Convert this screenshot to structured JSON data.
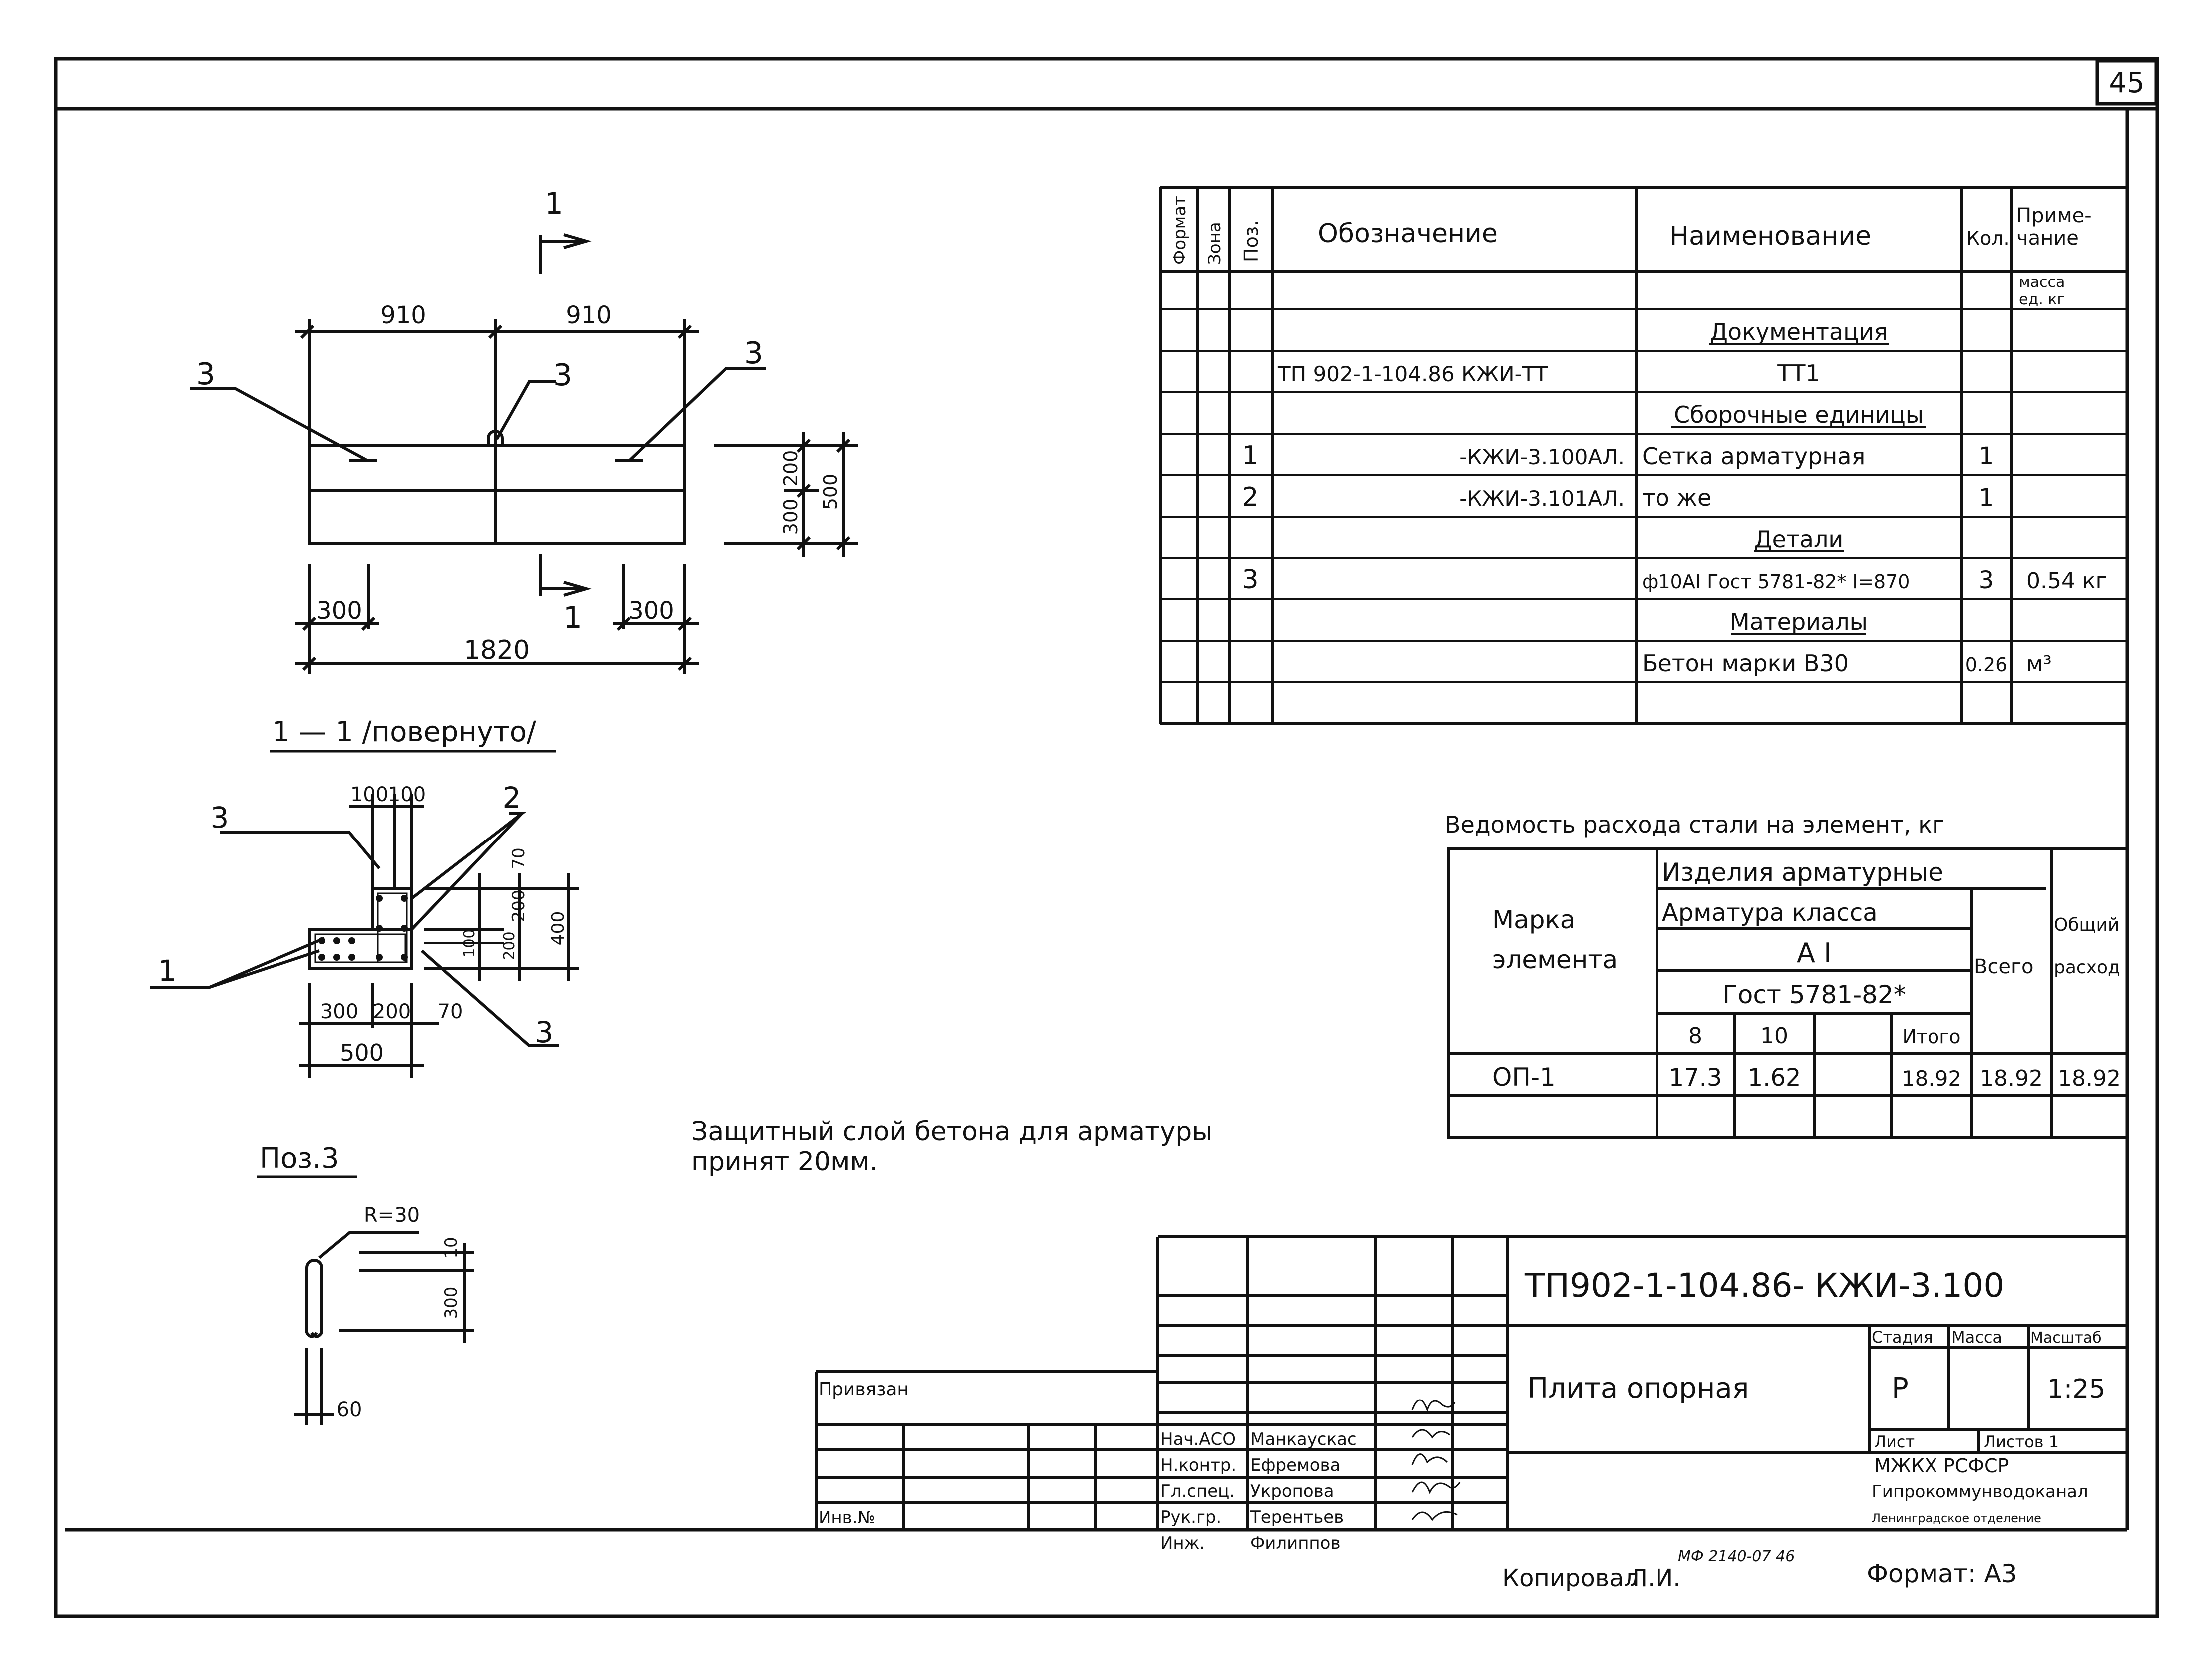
{
  "page_number": "45",
  "drawing": {
    "dims": {
      "d910a": "910",
      "d910b": "910",
      "d300l": "300",
      "d300r": "300",
      "d1820": "1820",
      "d200": "200",
      "d300v": "300",
      "d500v": "500"
    },
    "leader": "3",
    "section_mark": "1",
    "section_title": "1 — 1 /повернуто/",
    "sec_dims": {
      "d100a": "100",
      "d100b": "100",
      "d70": "70",
      "d200a": "200",
      "d400": "400",
      "d100c": "100",
      "d200b": "200",
      "d300": "300",
      "d200c": "200",
      "d70b": "70",
      "d500": "500"
    },
    "sec_labels": {
      "p1": "1",
      "p2": "2",
      "p3a": "3",
      "p3b": "3"
    },
    "pos3_title": "Поз.3",
    "pos3_dims": {
      "r": "R=30",
      "d10": "10",
      "d300": "300",
      "d60": "60"
    },
    "note_line1": "Защитный слой бетона для арматуры",
    "note_line2": "принят 20мм."
  },
  "spec": {
    "headers": {
      "format": "Формат",
      "zone": "Зона",
      "pos": "Поз.",
      "designation": "Обозначение",
      "name": "Наименование",
      "qty": "Кол.",
      "note1": "Приме-",
      "note2": "чание"
    },
    "mass_label1": "масса",
    "mass_label2": "ед. кг",
    "rows": [
      {
        "pos": "",
        "des": "",
        "name": "Документация",
        "qty": "",
        "note": ""
      },
      {
        "pos": "",
        "des": "ТП 902-1-104.86 КЖИ-ТТ",
        "name": "ТТ1",
        "qty": "",
        "note": ""
      },
      {
        "pos": "",
        "des": "",
        "name": "Сборочные единицы",
        "qty": "",
        "note": ""
      },
      {
        "pos": "1",
        "des": "-КЖИ-3.100АЛ.",
        "name": "Сетка арматурная",
        "qty": "1",
        "note": ""
      },
      {
        "pos": "2",
        "des": "-КЖИ-3.101АЛ.",
        "name": "то же",
        "qty": "1",
        "note": ""
      },
      {
        "pos": "",
        "des": "",
        "name": "Детали",
        "qty": "",
        "note": ""
      },
      {
        "pos": "3",
        "des": "",
        "name": "ф10AI Гост 5781-82* l=870",
        "qty": "3",
        "note": "0.54 кг"
      },
      {
        "pos": "",
        "des": "",
        "name": "Материалы",
        "qty": "",
        "note": ""
      },
      {
        "pos": "",
        "des": "",
        "name": "Бетон марки В30",
        "qty": "0.26",
        "note": "м³"
      },
      {
        "pos": "",
        "des": "",
        "name": "",
        "qty": "",
        "note": ""
      }
    ]
  },
  "steel": {
    "title": "Ведомость расхода стали на элемент, кг",
    "mark_l1": "Марка",
    "mark_l2": "элемента",
    "izd": "Изделия арматурные",
    "arm": "Арматура класса",
    "cls": "А I",
    "gost": "Гост 5781-82*",
    "vsego": "Всего",
    "total_l1": "Общий",
    "total_l2": "расход",
    "c8": "8",
    "c10": "10",
    "itogo": "Итого",
    "row": {
      "mark": "ОП-1",
      "v8": "17.3",
      "v10": "1.62",
      "itogo": "18.92",
      "vsego": "18.92",
      "total": "18.92"
    }
  },
  "title_block": {
    "code": "ТП902-1-104.86- КЖИ-3.100",
    "name": "Плита опорная",
    "stage_h": "Стадия",
    "mass_h": "Масса",
    "scale_h": "Масштаб",
    "stage": "Р",
    "scale": "1:25",
    "sheet": "Лист",
    "sheets": "Листов 1",
    "org1": "МЖКХ РСФСР",
    "org2": "Гипрокоммунводоканал",
    "org3": "Ленинградское отделение",
    "privyazan": "Привязан",
    "inv": "Инв.№",
    "roles": [
      "Нач.АСО",
      "Н.контр.",
      "Гл.спец.",
      "Рук.гр.",
      "Инж."
    ],
    "names": [
      "Манкаускас",
      "Ефремова",
      "Укропова",
      "Терентьев",
      "Филиппов"
    ]
  },
  "footer": {
    "copied": "Копировал",
    "copier": "Л.И.",
    "stamp": "МФ 2140-07 46",
    "format": "Формат: А3"
  }
}
